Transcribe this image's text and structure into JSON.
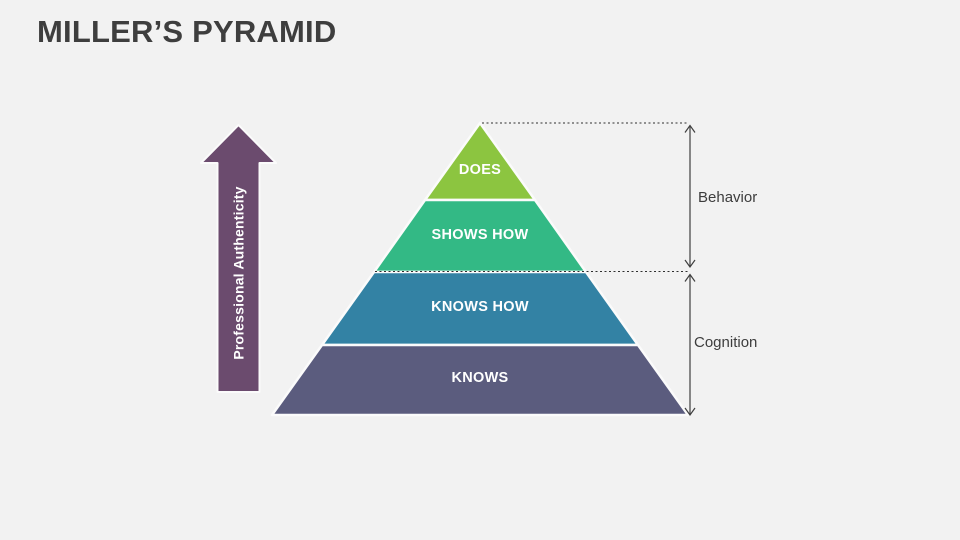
{
  "slide": {
    "title": "MILLER’S PYRAMID",
    "background_color": "#f2f2f2",
    "title_color": "#3e3e3e"
  },
  "axis_arrow": {
    "label": "Professional Authenticity",
    "color": "#6b4b6e"
  },
  "pyramid": {
    "levels": [
      {
        "label": "DOES",
        "color": "#8cc540"
      },
      {
        "label": "SHOWS HOW",
        "color": "#33b985"
      },
      {
        "label": "KNOWS HOW",
        "color": "#3382a4"
      },
      {
        "label": "KNOWS",
        "color": "#5b5c7e"
      }
    ]
  },
  "brackets": [
    {
      "label": "Behavior"
    },
    {
      "label": "Cognition"
    }
  ],
  "annotation_color": "#3f3f3f"
}
